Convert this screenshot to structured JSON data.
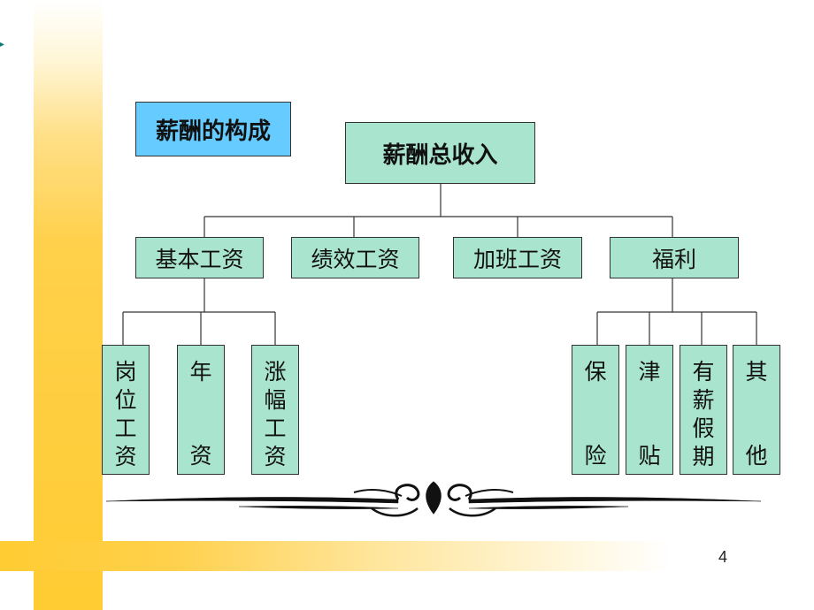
{
  "title": "薪酬的构成",
  "root": "薪酬总收入",
  "level1": [
    "基本工资",
    "绩效工资",
    "加班工资",
    "福利"
  ],
  "base_pay_children": [
    {
      "top": "岗位工资",
      "bottom": ""
    },
    {
      "top": "年",
      "bottom": "资"
    },
    {
      "top": "涨幅工资",
      "bottom": ""
    }
  ],
  "benefit_children": [
    {
      "top": "保",
      "bottom": "险"
    },
    {
      "top": "津",
      "bottom": "贴"
    },
    {
      "top": "有薪假期",
      "bottom": ""
    },
    {
      "top": "其",
      "bottom": "他"
    }
  ],
  "page_number": "4",
  "colors": {
    "node_fill": "#a9e4cf",
    "title_fill": "#66ccff",
    "accent_bar": "#ffcc33"
  }
}
